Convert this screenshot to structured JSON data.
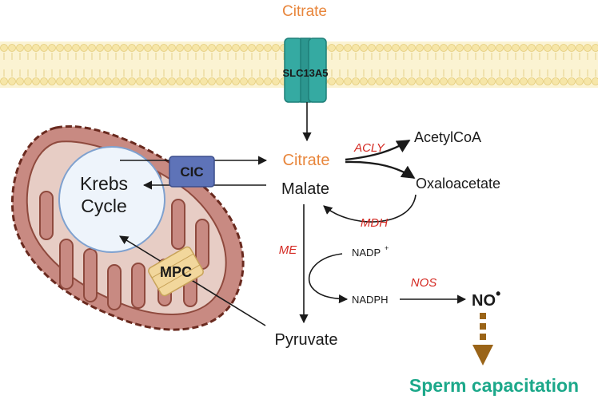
{
  "labels": {
    "citrate_top": "Citrate",
    "transporter": "SLC13A5",
    "citrate_cyto": "Citrate",
    "malate": "Malate",
    "acetylcoa": "AcetylCoA",
    "oxaloacetate": "Oxaloacetate",
    "acly": "ACLY",
    "mdh": "MDH",
    "me": "ME",
    "nadp_plus": "NADP",
    "nadp_plus_sup": "+",
    "nadph": "NADPH",
    "nos": "NOS",
    "no": "NO",
    "no_dot": "•",
    "pyruvate": "Pyruvate",
    "krebs_line1": "Krebs",
    "krebs_line2": "Cycle",
    "cic": "CIC",
    "mpc": "MPC",
    "sperm_capacitation": "Sperm capacitation"
  },
  "colors": {
    "membrane": "#f3e09a",
    "membrane_head": "#f6e6a8",
    "transporter": "#35aaa2",
    "transporter_dark": "#1f7f78",
    "mito_outer": "#c88a82",
    "mito_inner": "#e7cdc5",
    "mito_border": "#6a2a1f",
    "krebs_fill": "#eef4fb",
    "krebs_border": "#7fa1cf",
    "cic_fill": "#5e73b8",
    "mpc_fill": "#f2d79c",
    "orange_text": "#e8863c",
    "red_text": "#d42a23",
    "green_text": "#1ca88a",
    "brown_arrow": "#9a6418",
    "black": "#1a1a1a"
  }
}
